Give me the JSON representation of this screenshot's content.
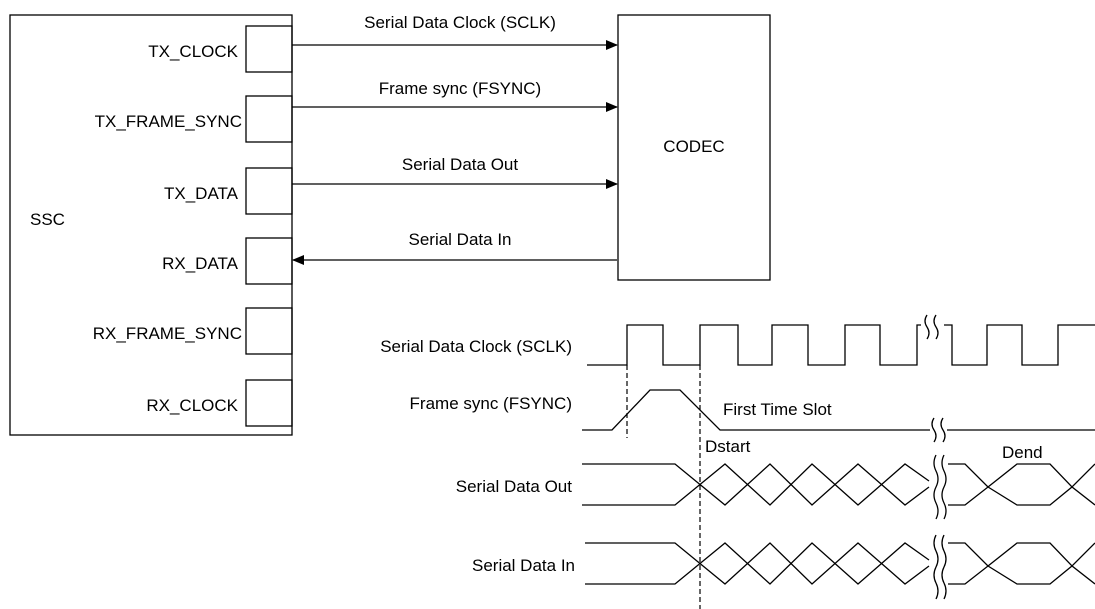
{
  "ssc": {
    "label": "SSC",
    "ports": {
      "tx_clock": "TX_CLOCK",
      "tx_frame_sync": "TX_FRAME_SYNC",
      "tx_data": "TX_DATA",
      "rx_data": "RX_DATA",
      "rx_frame_sync": "RX_FRAME_SYNC",
      "rx_clock": "RX_CLOCK"
    }
  },
  "codec": {
    "label": "CODEC"
  },
  "connections": {
    "sclk": "Serial Data Clock (SCLK)",
    "fsync": "Frame sync (FSYNC)",
    "data_out": "Serial Data Out",
    "data_in": "Serial Data In"
  },
  "timing": {
    "signals": {
      "sclk": "Serial Data Clock (SCLK)",
      "fsync": "Frame sync (FSYNC)",
      "data_out": "Serial Data Out",
      "data_in": "Serial Data In"
    },
    "annotations": {
      "first_time_slot": "First Time Slot",
      "dstart": "Dstart",
      "dend": "Dend"
    }
  }
}
